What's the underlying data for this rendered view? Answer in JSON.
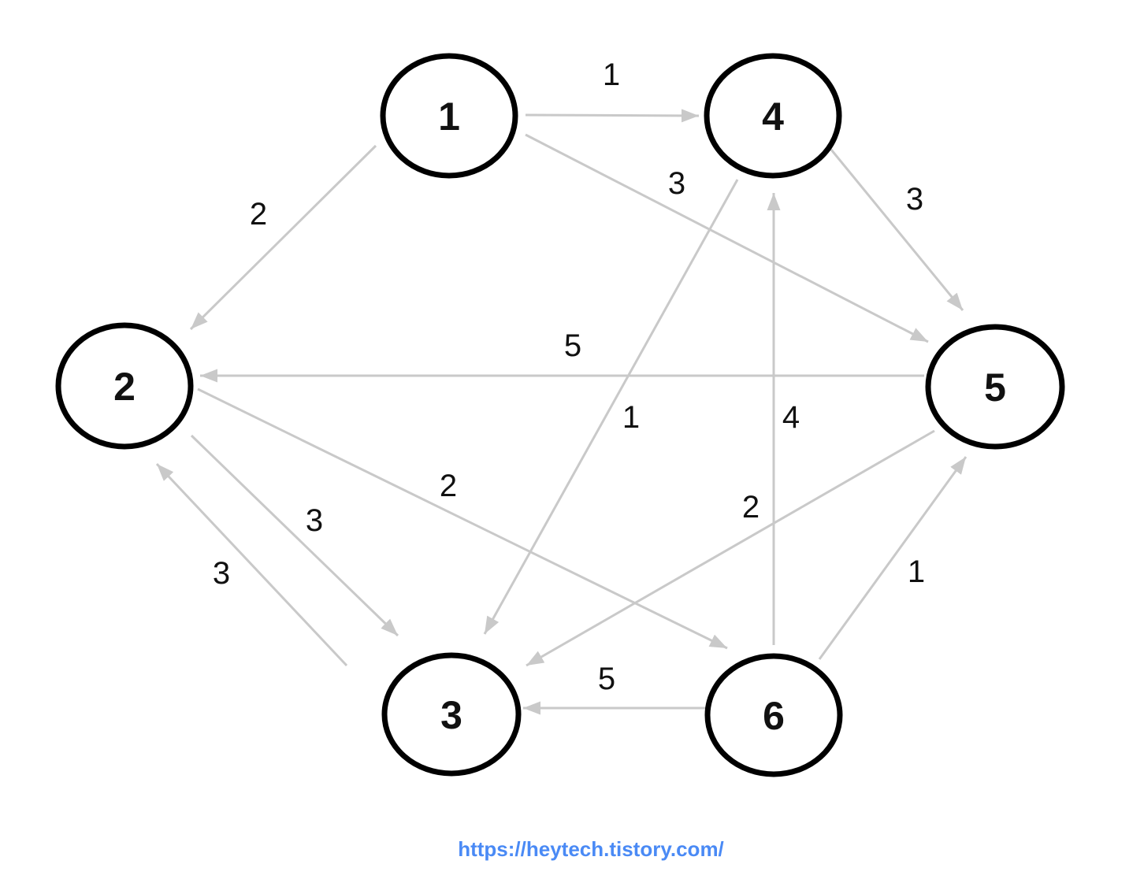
{
  "diagram": {
    "type": "directed-weighted-graph",
    "nodes": [
      {
        "id": "1",
        "label": "1"
      },
      {
        "id": "2",
        "label": "2"
      },
      {
        "id": "3",
        "label": "3"
      },
      {
        "id": "4",
        "label": "4"
      },
      {
        "id": "5",
        "label": "5"
      },
      {
        "id": "6",
        "label": "6"
      }
    ],
    "edges": [
      {
        "from": "1",
        "to": "4",
        "weight": "1"
      },
      {
        "from": "1",
        "to": "2",
        "weight": "2"
      },
      {
        "from": "1",
        "to": "5",
        "weight": "3"
      },
      {
        "from": "4",
        "to": "5",
        "weight": "3"
      },
      {
        "from": "4",
        "to": "3",
        "weight": "1"
      },
      {
        "from": "5",
        "to": "2",
        "weight": "5"
      },
      {
        "from": "5",
        "to": "3",
        "weight": "2"
      },
      {
        "from": "2",
        "to": "6",
        "weight": "2"
      },
      {
        "from": "2",
        "to": "3",
        "weight": "3"
      },
      {
        "from": "3",
        "to": "2",
        "weight": "3"
      },
      {
        "from": "6",
        "to": "4",
        "weight": "4"
      },
      {
        "from": "6",
        "to": "3",
        "weight": "5"
      },
      {
        "from": "6",
        "to": "5",
        "weight": "1"
      }
    ]
  },
  "footer": {
    "url": "https://heytech.tistory.com/"
  },
  "colors": {
    "edge": "#c9c9c9",
    "node_stroke": "#000000",
    "node_fill": "#ffffff",
    "text": "#111111",
    "footer_link": "#4a8af5"
  }
}
